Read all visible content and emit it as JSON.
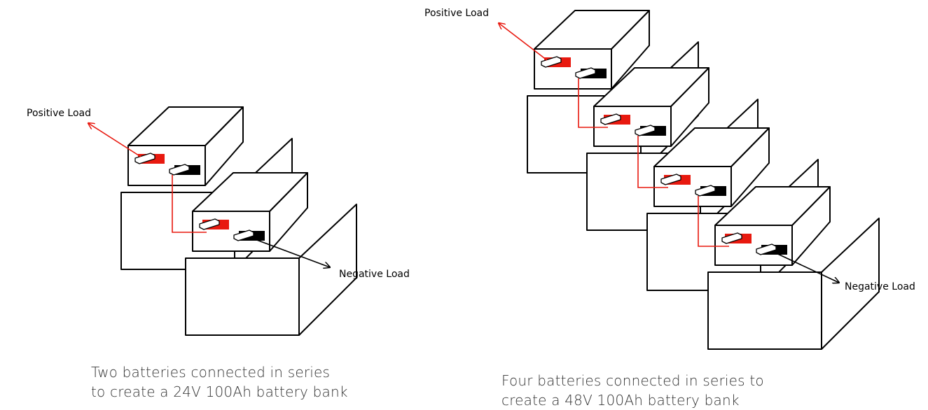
{
  "left_diagram": {
    "positive_label": "Positive Load",
    "negative_label": "Negative Load",
    "caption_line1": "Two batteries connected in series",
    "caption_line2": "to create a 24V 100Ah battery bank",
    "battery_count": 2
  },
  "right_diagram": {
    "positive_label": "Positive Load",
    "negative_label": "Negative Load",
    "caption_line1": "Four batteries connected in series to",
    "caption_line2": "create a 48V 100Ah battery bank",
    "battery_count": 4
  },
  "colors": {
    "positive_terminal": "#e8190f",
    "negative_terminal": "#000000",
    "wire": "#e8190f",
    "outline": "#000000"
  }
}
